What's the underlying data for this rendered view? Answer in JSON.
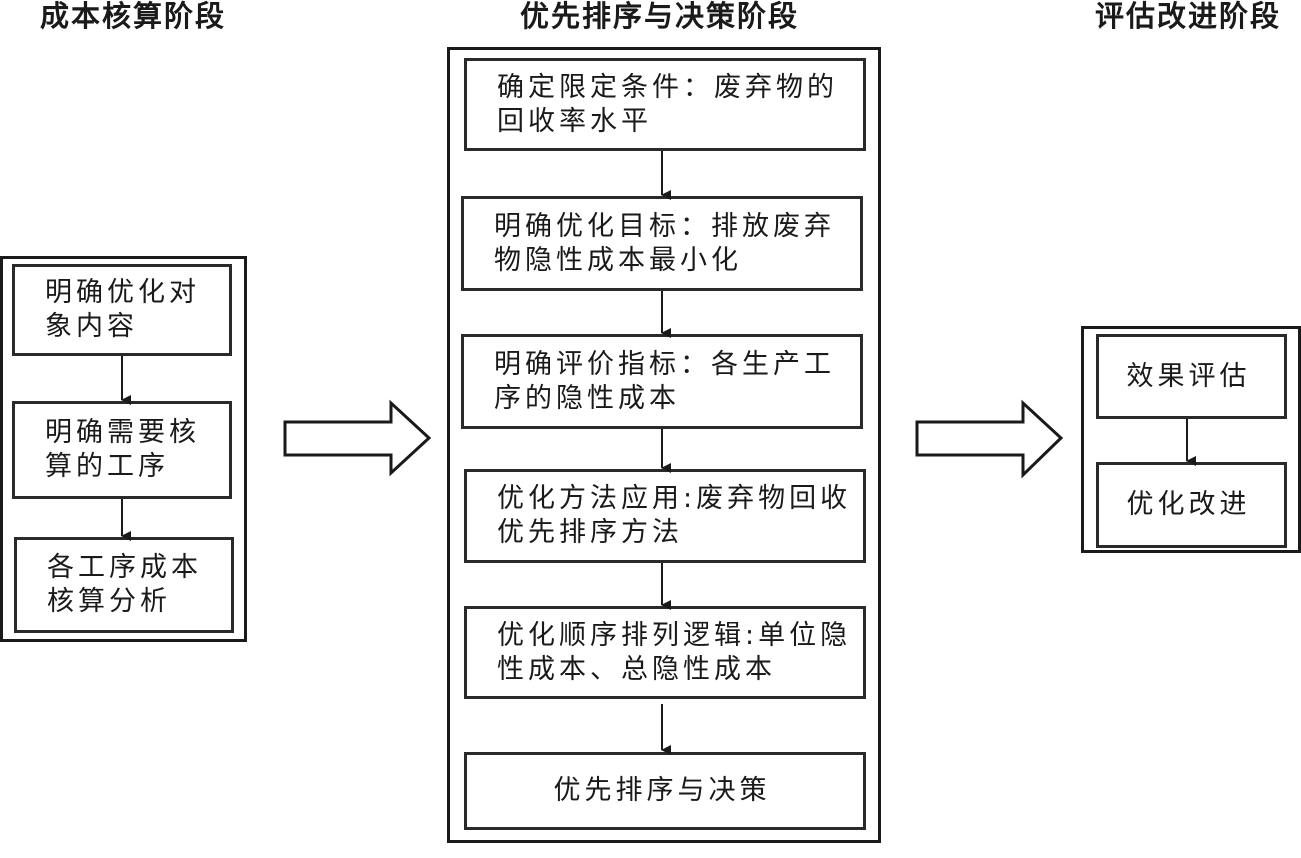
{
  "stages": [
    {
      "title": "成本核算阶段",
      "steps": [
        "明确优化对象内容",
        "明确需要核算的工序",
        "各工序成本核算分析"
      ]
    },
    {
      "title": "优先排序与决策阶段",
      "steps": [
        "确定限定条件：废弃物的回收率水平",
        "明确优化目标：排放废弃物隐性成本最小化",
        "明确评价指标：各生产工序的隐性成本",
        "优化方法应用:废弃物回收优先排序方法",
        "优化顺序排列逻辑:单位隐性成本、总隐性成本",
        "优先排序与决策"
      ]
    },
    {
      "title": "评估改进阶段",
      "steps": [
        "效果评估",
        "优化改进"
      ]
    }
  ],
  "colors": {
    "stroke": "#1a1a1a",
    "background": "#ffffff"
  }
}
